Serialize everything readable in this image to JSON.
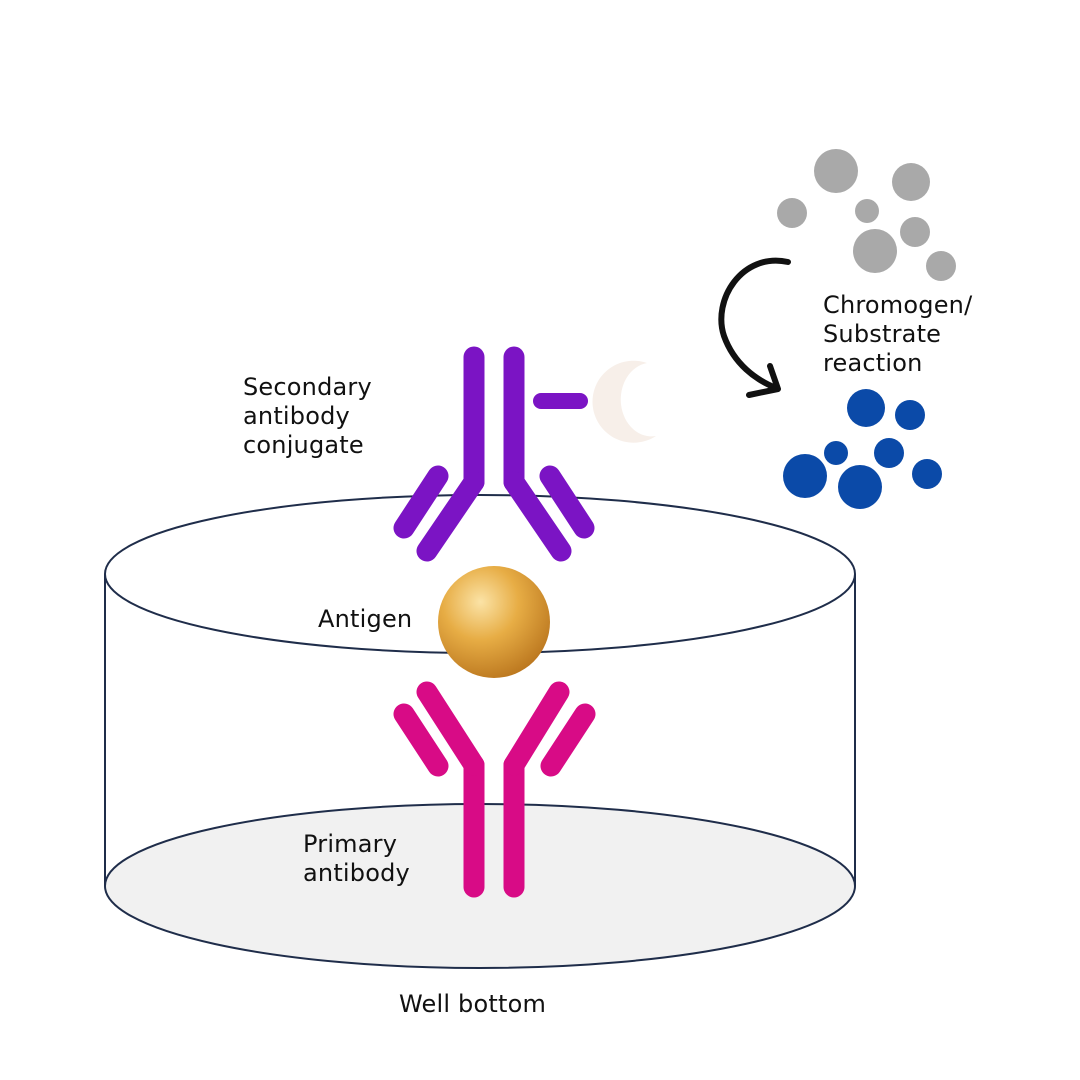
{
  "labels": {
    "secondary_antibody": "Secondary\nantibody\nconjugate",
    "antigen": "Antigen",
    "primary_antibody": "Primary\nantibody",
    "well_bottom": "Well bottom",
    "chromogen_reaction": "Chromogen/\nSubstrate\nreaction"
  },
  "colors": {
    "secondary_antibody": "#7b14c4",
    "primary_antibody": "#d80b86",
    "antigen": "#e0a33a",
    "substrate_particles": "#a9a9a9",
    "product_particles": "#0b4aa8",
    "enzyme": "#f7efe9",
    "well_outline": "#1f2d4a",
    "well_bottom_fill": "#f1f1f1",
    "arrow": "#111111"
  }
}
